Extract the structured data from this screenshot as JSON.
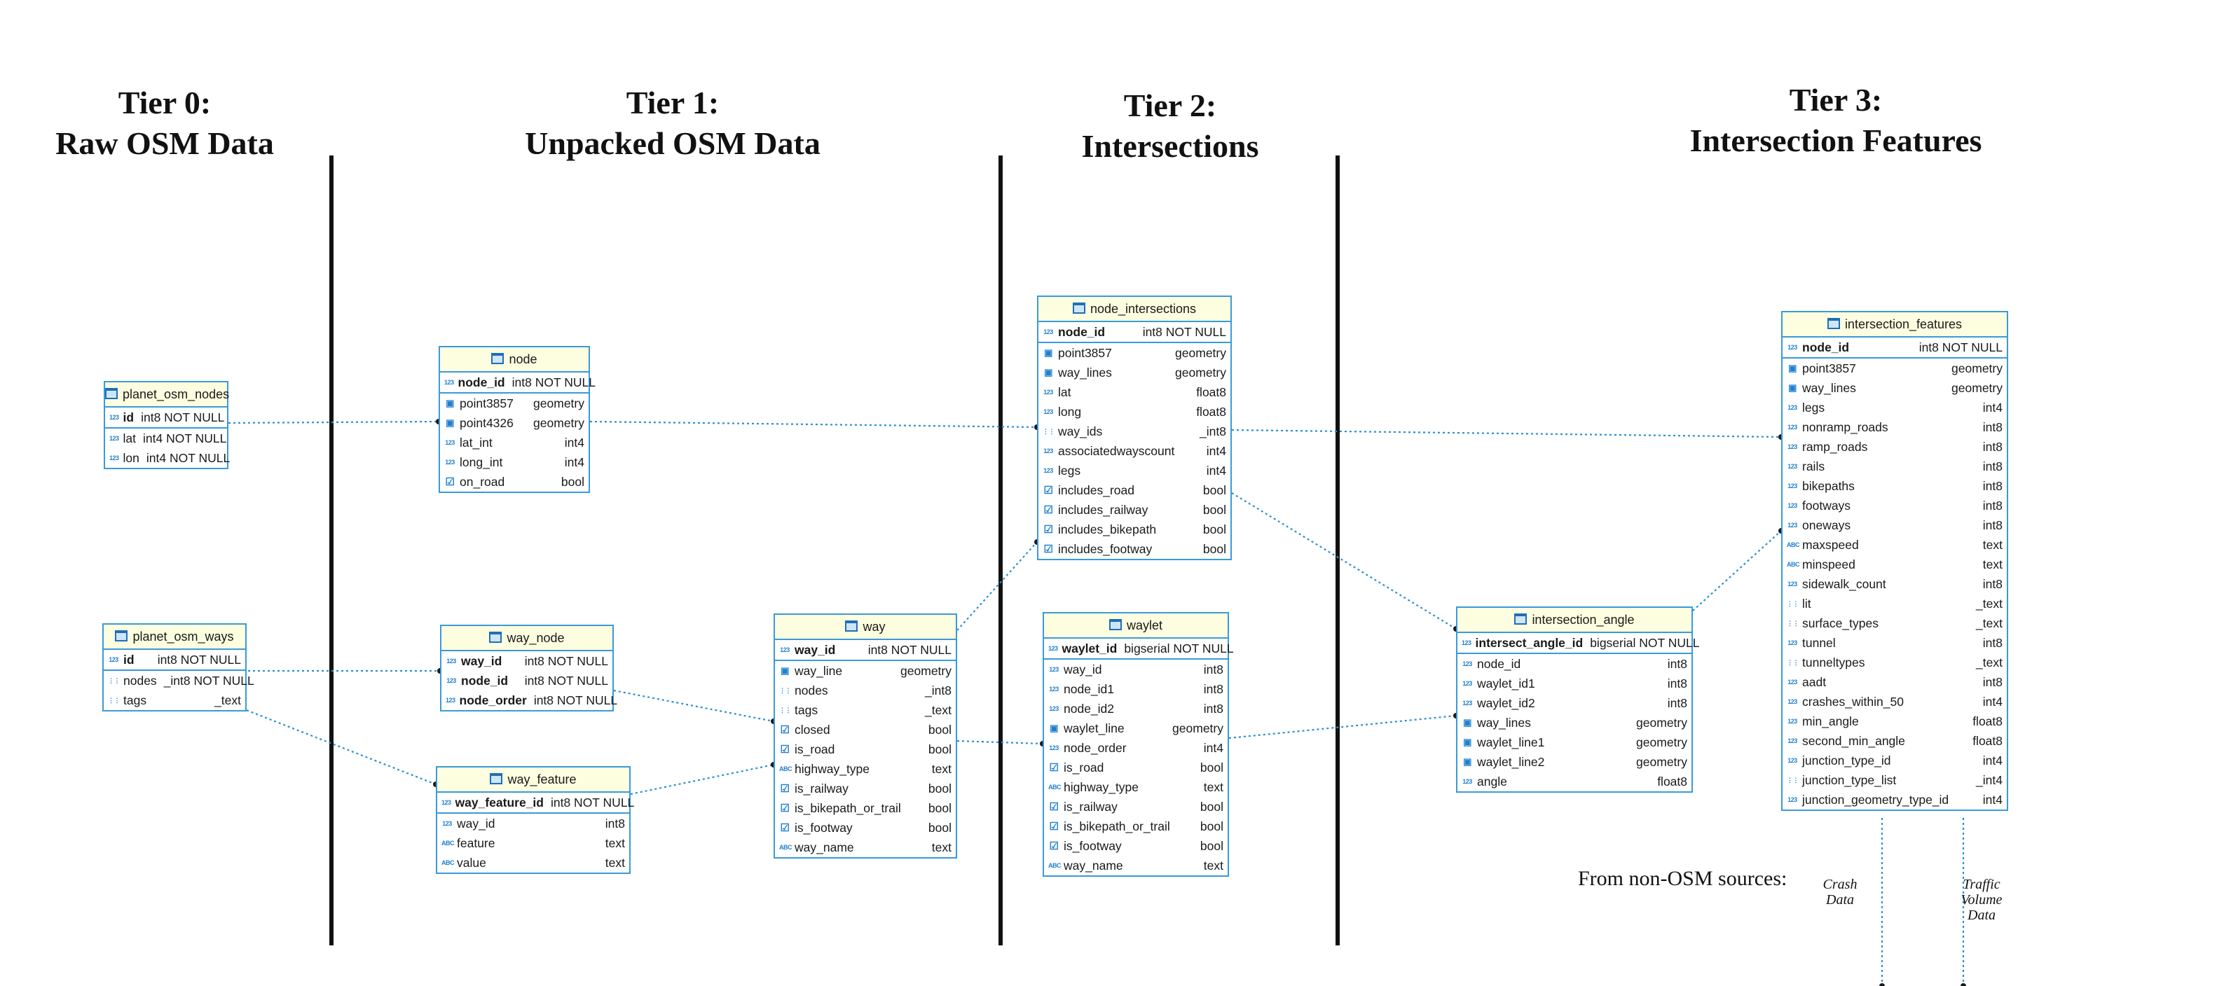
{
  "tiers": [
    {
      "line1": "Tier 0:",
      "line2": "Raw OSM Data"
    },
    {
      "line1": "Tier 1:",
      "line2": "Unpacked OSM Data"
    },
    {
      "line1": "Tier 2:",
      "line2": "Intersections"
    },
    {
      "line1": "Tier 3:",
      "line2": "Intersection Features"
    }
  ],
  "tables": [
    {
      "name": "planet_osm_nodes",
      "key": [
        {
          "name": "id",
          "type": "int8 NOT NULL",
          "icon": "123"
        }
      ],
      "cols": [
        {
          "name": "lat",
          "type": "int4 NOT NULL",
          "icon": "123"
        },
        {
          "name": "lon",
          "type": "int4 NOT NULL",
          "icon": "123"
        }
      ]
    },
    {
      "name": "planet_osm_ways",
      "key": [
        {
          "name": "id",
          "type": "int8 NOT NULL",
          "icon": "123"
        }
      ],
      "cols": [
        {
          "name": "nodes",
          "type": "_int8 NOT NULL",
          "icon": "arr"
        },
        {
          "name": "tags",
          "type": "_text",
          "icon": "arr"
        }
      ]
    },
    {
      "name": "node",
      "key": [
        {
          "name": "node_id",
          "type": "int8 NOT NULL",
          "icon": "123"
        }
      ],
      "cols": [
        {
          "name": "point3857",
          "type": "geometry",
          "icon": "geo"
        },
        {
          "name": "point4326",
          "type": "geometry",
          "icon": "geo"
        },
        {
          "name": "lat_int",
          "type": "int4",
          "icon": "123"
        },
        {
          "name": "long_int",
          "type": "int4",
          "icon": "123"
        },
        {
          "name": "on_road",
          "type": "bool",
          "icon": "chk"
        }
      ]
    },
    {
      "name": "way_node",
      "key": [
        {
          "name": "way_id",
          "type": "int8 NOT NULL",
          "icon": "123"
        },
        {
          "name": "node_id",
          "type": "int8 NOT NULL",
          "icon": "123"
        },
        {
          "name": "node_order",
          "type": "int8 NOT NULL",
          "icon": "123"
        }
      ],
      "cols": []
    },
    {
      "name": "way_feature",
      "key": [
        {
          "name": "way_feature_id",
          "type": "int8 NOT NULL",
          "icon": "123"
        }
      ],
      "cols": [
        {
          "name": "way_id",
          "type": "int8",
          "icon": "123"
        },
        {
          "name": "feature",
          "type": "text",
          "icon": "abc"
        },
        {
          "name": "value",
          "type": "text",
          "icon": "abc"
        }
      ]
    },
    {
      "name": "way",
      "key": [
        {
          "name": "way_id",
          "type": "int8 NOT NULL",
          "icon": "123"
        }
      ],
      "cols": [
        {
          "name": "way_line",
          "type": "geometry",
          "icon": "geo"
        },
        {
          "name": "nodes",
          "type": "_int8",
          "icon": "arr"
        },
        {
          "name": "tags",
          "type": "_text",
          "icon": "arr"
        },
        {
          "name": "closed",
          "type": "bool",
          "icon": "chk"
        },
        {
          "name": "is_road",
          "type": "bool",
          "icon": "chk"
        },
        {
          "name": "highway_type",
          "type": "text",
          "icon": "abc"
        },
        {
          "name": "is_railway",
          "type": "bool",
          "icon": "chk"
        },
        {
          "name": "is_bikepath_or_trail",
          "type": "bool",
          "icon": "chk"
        },
        {
          "name": "is_footway",
          "type": "bool",
          "icon": "chk"
        },
        {
          "name": "way_name",
          "type": "text",
          "icon": "abc"
        }
      ]
    },
    {
      "name": "node_intersections",
      "key": [
        {
          "name": "node_id",
          "type": "int8 NOT NULL",
          "icon": "123"
        }
      ],
      "cols": [
        {
          "name": "point3857",
          "type": "geometry",
          "icon": "geo"
        },
        {
          "name": "way_lines",
          "type": "geometry",
          "icon": "geo"
        },
        {
          "name": "lat",
          "type": "float8",
          "icon": "123"
        },
        {
          "name": "long",
          "type": "float8",
          "icon": "123"
        },
        {
          "name": "way_ids",
          "type": "_int8",
          "icon": "arr"
        },
        {
          "name": "associatedwayscount",
          "type": "int4",
          "icon": "123"
        },
        {
          "name": "legs",
          "type": "int4",
          "icon": "123"
        },
        {
          "name": "includes_road",
          "type": "bool",
          "icon": "chk"
        },
        {
          "name": "includes_railway",
          "type": "bool",
          "icon": "chk"
        },
        {
          "name": "includes_bikepath",
          "type": "bool",
          "icon": "chk"
        },
        {
          "name": "includes_footway",
          "type": "bool",
          "icon": "chk"
        }
      ]
    },
    {
      "name": "waylet",
      "key": [
        {
          "name": "waylet_id",
          "type": "bigserial NOT NULL",
          "icon": "123"
        }
      ],
      "cols": [
        {
          "name": "way_id",
          "type": "int8",
          "icon": "123"
        },
        {
          "name": "node_id1",
          "type": "int8",
          "icon": "123"
        },
        {
          "name": "node_id2",
          "type": "int8",
          "icon": "123"
        },
        {
          "name": "waylet_line",
          "type": "geometry",
          "icon": "geo"
        },
        {
          "name": "node_order",
          "type": "int4",
          "icon": "123"
        },
        {
          "name": "is_road",
          "type": "bool",
          "icon": "chk"
        },
        {
          "name": "highway_type",
          "type": "text",
          "icon": "abc"
        },
        {
          "name": "is_railway",
          "type": "bool",
          "icon": "chk"
        },
        {
          "name": "is_bikepath_or_trail",
          "type": "bool",
          "icon": "chk"
        },
        {
          "name": "is_footway",
          "type": "bool",
          "icon": "chk"
        },
        {
          "name": "way_name",
          "type": "text",
          "icon": "abc"
        }
      ]
    },
    {
      "name": "intersection_angle",
      "key": [
        {
          "name": "intersect_angle_id",
          "type": "bigserial NOT NULL",
          "icon": "123"
        }
      ],
      "cols": [
        {
          "name": "node_id",
          "type": "int8",
          "icon": "123"
        },
        {
          "name": "waylet_id1",
          "type": "int8",
          "icon": "123"
        },
        {
          "name": "waylet_id2",
          "type": "int8",
          "icon": "123"
        },
        {
          "name": "way_lines",
          "type": "geometry",
          "icon": "geo"
        },
        {
          "name": "waylet_line1",
          "type": "geometry",
          "icon": "geo"
        },
        {
          "name": "waylet_line2",
          "type": "geometry",
          "icon": "geo"
        },
        {
          "name": "angle",
          "type": "float8",
          "icon": "123"
        }
      ]
    },
    {
      "name": "intersection_features",
      "key": [
        {
          "name": "node_id",
          "type": "int8 NOT NULL",
          "icon": "123"
        }
      ],
      "cols": [
        {
          "name": "point3857",
          "type": "geometry",
          "icon": "geo"
        },
        {
          "name": "way_lines",
          "type": "geometry",
          "icon": "geo"
        },
        {
          "name": "legs",
          "type": "int4",
          "icon": "123"
        },
        {
          "name": "nonramp_roads",
          "type": "int8",
          "icon": "123"
        },
        {
          "name": "ramp_roads",
          "type": "int8",
          "icon": "123"
        },
        {
          "name": "rails",
          "type": "int8",
          "icon": "123"
        },
        {
          "name": "bikepaths",
          "type": "int8",
          "icon": "123"
        },
        {
          "name": "footways",
          "type": "int8",
          "icon": "123"
        },
        {
          "name": "oneways",
          "type": "int8",
          "icon": "123"
        },
        {
          "name": "maxspeed",
          "type": "text",
          "icon": "abc"
        },
        {
          "name": "minspeed",
          "type": "text",
          "icon": "abc"
        },
        {
          "name": "sidewalk_count",
          "type": "int8",
          "icon": "123"
        },
        {
          "name": "lit",
          "type": "_text",
          "icon": "arr"
        },
        {
          "name": "surface_types",
          "type": "_text",
          "icon": "arr"
        },
        {
          "name": "tunnel",
          "type": "int8",
          "icon": "123"
        },
        {
          "name": "tunneltypes",
          "type": "_text",
          "icon": "arr"
        },
        {
          "name": "aadt",
          "type": "int8",
          "icon": "123"
        },
        {
          "name": "crashes_within_50",
          "type": "int4",
          "icon": "123"
        },
        {
          "name": "min_angle",
          "type": "float8",
          "icon": "123"
        },
        {
          "name": "second_min_angle",
          "type": "float8",
          "icon": "123"
        },
        {
          "name": "junction_type_id",
          "type": "int4",
          "icon": "123"
        },
        {
          "name": "junction_type_list",
          "type": "_int4",
          "icon": "arr"
        },
        {
          "name": "junction_geometry_type_id",
          "type": "int4",
          "icon": "123"
        }
      ]
    }
  ],
  "external_sources": {
    "label": "From non-OSM sources:",
    "crash": "Crash Data",
    "traffic": "Traffic Volume Data"
  },
  "colors": {
    "link": "#2a8fd4",
    "border": "#3a9ad9",
    "header_bg": "#fdfde0"
  },
  "icons": {
    "123": "numeric-icon",
    "abc": "text-icon",
    "geo": "geometry-icon",
    "chk": "boolean-icon",
    "arr": "array-icon"
  }
}
